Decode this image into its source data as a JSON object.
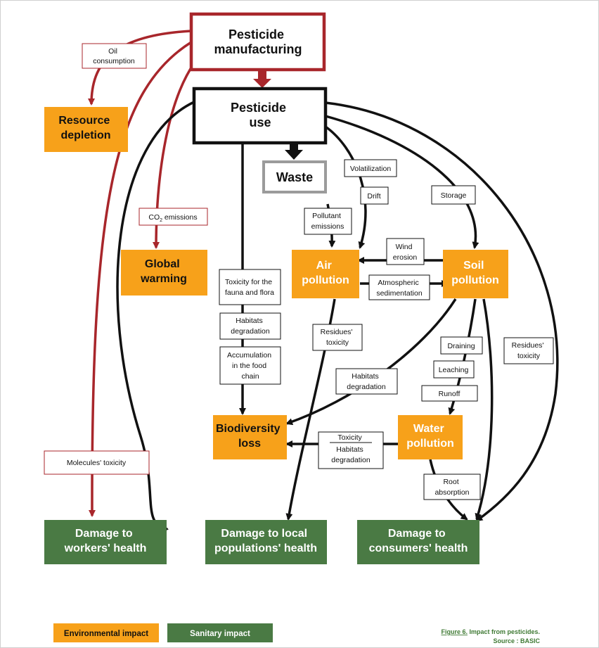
{
  "nodes": {
    "manufacturing": [
      "Pesticide",
      "manufacturing"
    ],
    "use": [
      "Pesticide",
      "use"
    ],
    "waste": [
      "Waste"
    ],
    "resource": [
      "Resource",
      "depletion"
    ],
    "global": [
      "Global",
      "warming"
    ],
    "air": [
      "Air",
      "pollution"
    ],
    "soil": [
      "Soil",
      "pollution"
    ],
    "biodiversity": [
      "Biodiversity",
      "loss"
    ],
    "water": [
      "Water",
      "pollution"
    ],
    "workers": [
      "Damage to",
      "workers' health"
    ],
    "local": [
      "Damage to local",
      "populations' health"
    ],
    "consumers": [
      "Damage to",
      "consumers' health"
    ]
  },
  "labels": {
    "oil": [
      "Oil",
      "consumption"
    ],
    "co2": [
      "CO",
      "2",
      " emissions"
    ],
    "molecules": [
      "Molecules' toxicity"
    ],
    "volatilization": [
      "Volatilization"
    ],
    "drift": [
      "Drift"
    ],
    "storage": [
      "Storage"
    ],
    "pollutant": [
      "Pollutant",
      "emissions"
    ],
    "wind": [
      "Wind",
      "erosion"
    ],
    "atmospheric": [
      "Atmospheric",
      "sedimentation"
    ],
    "toxicity_ff": [
      "Toxicity for the",
      "fauna and flora"
    ],
    "habitats1": [
      "Habitats",
      "degradation"
    ],
    "accumulation": [
      "Accumulation",
      "in the food",
      "chain"
    ],
    "residues1": [
      "Residues'",
      "toxicity"
    ],
    "habitats2": [
      "Habitats",
      "degradation"
    ],
    "draining": [
      "Draining"
    ],
    "leaching": [
      "Leaching"
    ],
    "runoff": [
      "Runoff"
    ],
    "residues2": [
      "Residues'",
      "toxicity"
    ],
    "toxicity_hab": [
      "Toxicity",
      "Habitats",
      "degradation"
    ],
    "root": [
      "Root",
      "absorption"
    ]
  },
  "legend": {
    "environmental": "Environmental impact",
    "sanitary": "Sanitary impact"
  },
  "caption": {
    "figure": "Figure 6.",
    "text": " Impact from pesticides.",
    "source": "Source : BASIC"
  },
  "colors": {
    "orange": "#F7A11A",
    "green": "#4A7A44",
    "red": "#A8262B",
    "black": "#111111",
    "grey": "#9B9B9B",
    "caption_green": "#3F7A34"
  }
}
